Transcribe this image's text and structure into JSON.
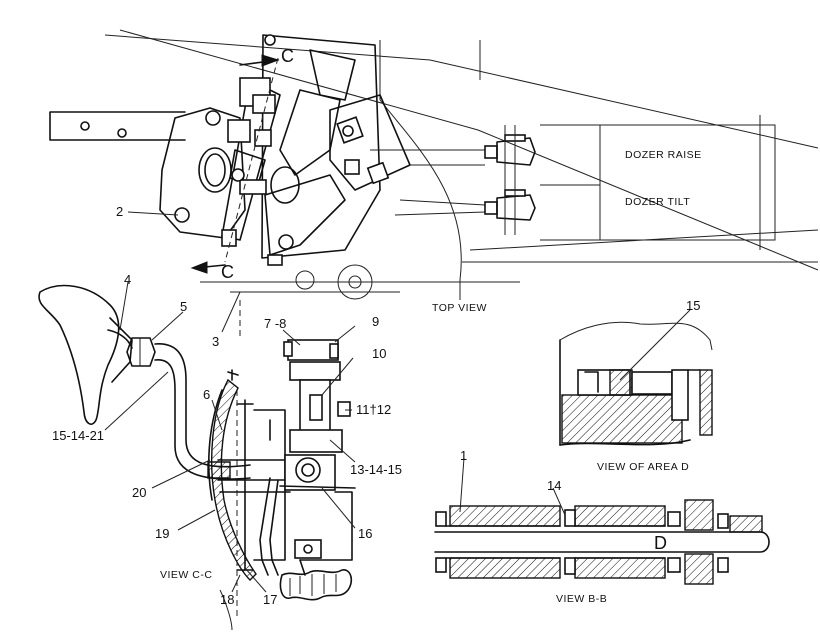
{
  "callouts": {
    "c2": "2",
    "c3": "3",
    "c4": "4",
    "c5": "5",
    "c6": "6",
    "c7_8": "7 -8",
    "c9": "9",
    "c10": "10",
    "c11_12": "11†12",
    "c13_14_15": "13-14-15",
    "c14": "14",
    "c15_14_21": "15-14-21",
    "c15": "15",
    "c16": "16",
    "c17": "17",
    "c18": "18",
    "c19": "19",
    "c20": "20",
    "c1": "1"
  },
  "section_marks": {
    "c_top": "C",
    "c_bottom": "C",
    "d_letter": "D"
  },
  "labels": {
    "dozer_raise": "DOZER RAISE",
    "dozer_tilt": "DOZER TILT",
    "top_view": "TOP VIEW",
    "view_area_d": "VIEW OF AREA D",
    "view_cc": "VIEW C-C",
    "view_bb": "VIEW B-B"
  }
}
